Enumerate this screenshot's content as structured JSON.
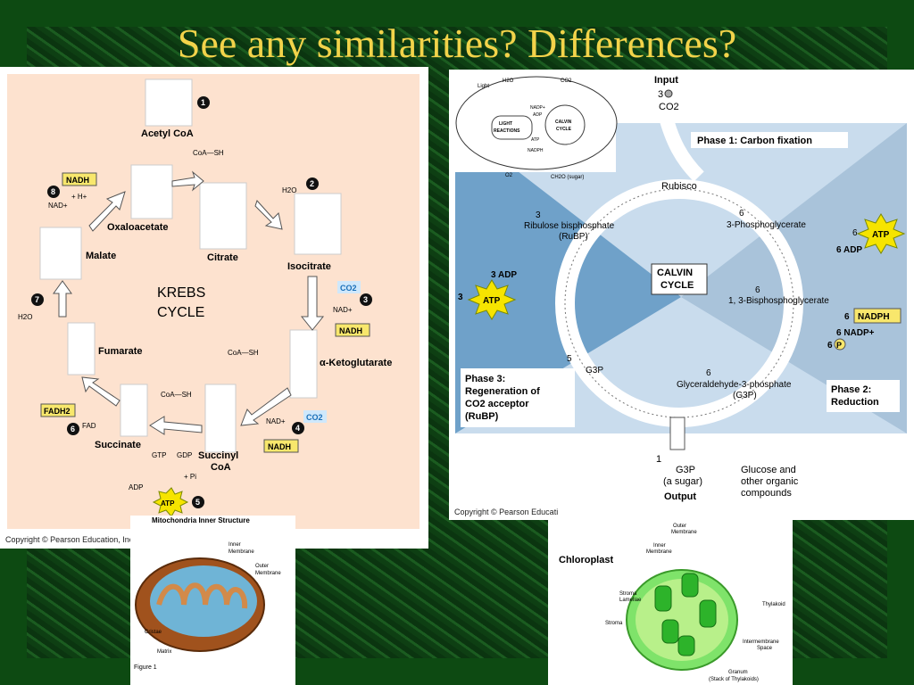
{
  "slide": {
    "title": "See any similarities? Differences?",
    "title_color": "#f2d34a",
    "background_color": "#0d4a12"
  },
  "krebs": {
    "center_title_1": "KREBS",
    "center_title_2": "CYCLE",
    "compounds": {
      "acetyl_coa": "Acetyl CoA",
      "citrate": "Citrate",
      "isocitrate": "Isocitrate",
      "alpha_kg": "α-Ketoglutarate",
      "succinyl_coa_1": "Succinyl",
      "succinyl_coa_2": "CoA",
      "succinate": "Succinate",
      "fumarate": "Fumarate",
      "malate": "Malate",
      "oxaloacetate": "Oxaloacetate"
    },
    "labels": {
      "coash_1": "CoA—SH",
      "coash_2": "CoA—SH",
      "coash_3": "CoA—SH",
      "h2o_1": "H2O",
      "h2o_2": "H2O",
      "co2_1": "CO2",
      "co2_2": "CO2",
      "nad_1": "NAD+",
      "nad_2": "NAD+",
      "nad_3": "NAD+",
      "nadh_1": "NADH",
      "nadh_2": "NADH",
      "nadh_3": "NADH",
      "hplus": "+ H+",
      "fadh2": "FADH2",
      "fad": "FAD",
      "gtp": "GTP",
      "gdp": "GDP",
      "adp": "ADP",
      "pi": "+ Pi",
      "atp": "ATP",
      "step_1": "1",
      "step_2": "2",
      "step_3": "3",
      "step_4": "4",
      "step_5": "5",
      "step_6": "6",
      "step_7": "7",
      "step_8": "8"
    },
    "copyright": "Copyright © Pearson Education, Inc."
  },
  "calvin": {
    "input_label": "Input",
    "input_count": "3",
    "input_co2": "CO2",
    "phase1": "Phase 1: Carbon fixation",
    "rubisco": "Rubisco",
    "rubp_count": "3",
    "rubp_name": "Ribulose bisphosphate",
    "rubp_abbr": "(RuBP)",
    "pga_count": "6",
    "pga_name": "3-Phosphoglycerate",
    "atp_count_1": "6",
    "atp": "ATP",
    "adp_1": "6 ADP",
    "bpg_count": "6",
    "bpg_name": "1, 3-Bisphosphoglycerate",
    "nadph_count": "6",
    "nadph": "NADPH",
    "nadp": "6 NADP+",
    "pi_count": "6",
    "pi": "P",
    "g3p_count": "6",
    "g3p_name": "Glyceraldehyde-3-phosphate",
    "g3p_abbr": "(G3P)",
    "phase2_1": "Phase 2:",
    "phase2_2": "Reduction",
    "center_1": "CALVIN",
    "center_2": "CYCLE",
    "regen_count": "5",
    "regen_g3p": "G3P",
    "adp_3": "3 ADP",
    "atp_count_3": "3",
    "phase3_1": "Phase 3:",
    "phase3_2": "Regeneration of",
    "phase3_3": "CO2 acceptor",
    "phase3_4": "(RuBP)",
    "out_count": "1",
    "out_g3p": "G3P",
    "out_sugar": "(a sugar)",
    "output_label": "Output",
    "glucose_1": "Glucose and",
    "glucose_2": "other organic",
    "glucose_3": "compounds",
    "inset": {
      "light": "Light",
      "h2o": "H2O",
      "co2": "CO2",
      "light_reactions_1": "LIGHT",
      "light_reactions_2": "REACTIONS",
      "calvin_1": "CALVIN",
      "calvin_2": "CYCLE",
      "nadp": "NADP+",
      "adp": "ADP",
      "atp": "ATP",
      "nadph": "NADPH",
      "o2": "O2",
      "ch2o": "CH2O (sugar)"
    },
    "copyright": "Copyright © Pearson Educati"
  },
  "mitochondria": {
    "title": "Mitochondria Inner Structure",
    "inner": "Inner",
    "membrane": "Membrane",
    "outer": "Outer",
    "cristae": "Cristae",
    "matrix": "Matrix",
    "figure": "Figure 1"
  },
  "chloroplast": {
    "title": "Chloroplast",
    "outer": "Outer",
    "membrane": "Membrane",
    "inner": "Inner",
    "stroma_lamellae_1": "Stroma",
    "stroma_lamellae_2": "Lamellae",
    "stroma": "Stroma",
    "thylakoid": "Thylakoid",
    "intermembrane_1": "Intermembrane",
    "intermembrane_2": "Space",
    "granum_1": "Granum",
    "granum_2": "(Stack of Thylakoids)"
  }
}
